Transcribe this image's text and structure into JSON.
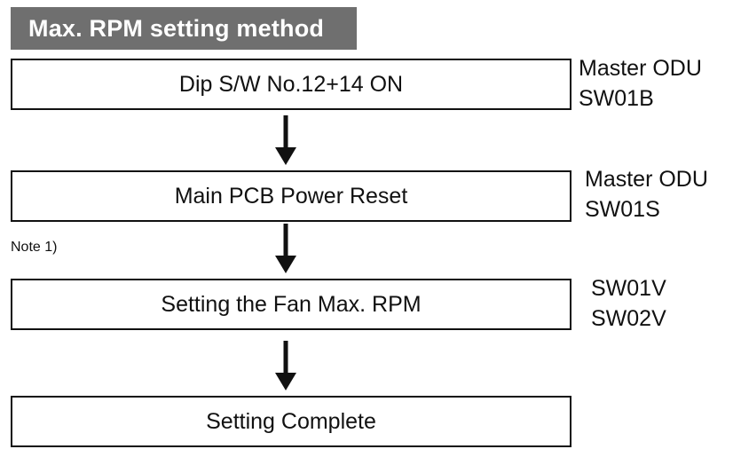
{
  "title": "Max. RPM setting method",
  "steps": [
    {
      "text": "Dip S/W No.12+14 ON",
      "side_lines": [
        "Master ODU",
        "SW01B"
      ]
    },
    {
      "text": "Main PCB Power Reset",
      "side_lines": [
        "Master ODU",
        "SW01S"
      ]
    },
    {
      "text": "Setting the Fan Max. RPM",
      "side_lines": [
        "SW01V",
        "SW02V"
      ]
    },
    {
      "text": "Setting Complete",
      "side_lines": []
    }
  ],
  "note": "Note 1)",
  "colors": {
    "title_background": "#6f6f6f",
    "title_text": "#ffffff",
    "line": "#111111"
  }
}
